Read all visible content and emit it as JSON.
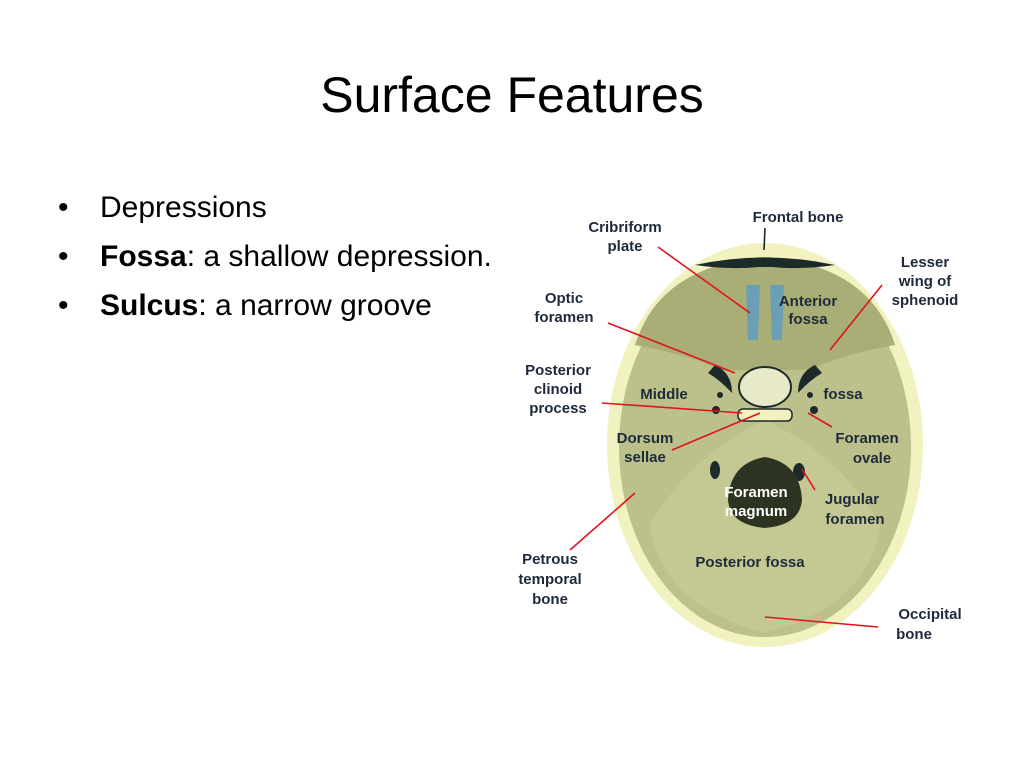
{
  "slide": {
    "title": "Surface Features",
    "bullets": [
      {
        "bold": "",
        "text": "Depressions"
      },
      {
        "bold": "Fossa",
        "text": ": a shallow depression."
      },
      {
        "bold": "Sulcus",
        "text": ": a narrow groove"
      }
    ],
    "bullet_glyph": "•"
  },
  "diagram": {
    "labels": {
      "cribriform_1": "Cribriform",
      "cribriform_2": "plate",
      "frontal": "Frontal bone",
      "lesser_1": "Lesser",
      "lesser_2": "wing of",
      "lesser_3": "sphenoid",
      "optic_1": "Optic",
      "optic_2": "foramen",
      "anterior_1": "Anterior",
      "anterior_2": "fossa",
      "posterior_clinoid_1": "Posterior",
      "posterior_clinoid_2": "clinoid",
      "posterior_clinoid_3": "process",
      "middle": "Middle",
      "fossa": "fossa",
      "foramen_ovale_1": "Foramen",
      "foramen_ovale_2": "ovale",
      "dorsum_1": "Dorsum",
      "dorsum_2": "sellae",
      "magnum_1": "Foramen",
      "magnum_2": "magnum",
      "jugular_1": "Jugular",
      "jugular_2": "foramen",
      "petrous_1": "Petrous",
      "petrous_2": "temporal",
      "petrous_3": "bone",
      "posterior_fossa": "Posterior fossa",
      "occipital_1": "Occipital",
      "occipital_2": "bone"
    },
    "colors": {
      "bone_outer": "#f1f2bf",
      "bone_fill": "#bcc08a",
      "fossa_shade": "#a9ad76",
      "dark": "#1d2a2a",
      "pointer": "#e0141b",
      "cribriform": "#6a9fb5"
    }
  }
}
